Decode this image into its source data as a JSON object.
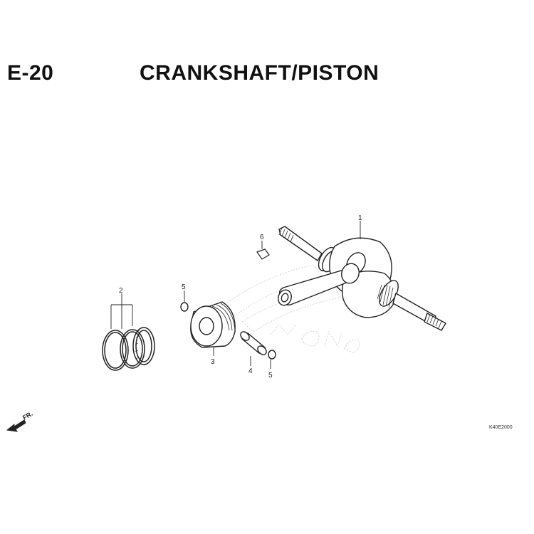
{
  "header": {
    "page_code": "E-20",
    "title": "CRANKSHAFT/PISTON"
  },
  "callouts": {
    "crankshaft": "1",
    "piston_rings": "2",
    "piston": "3",
    "piston_pin": "4",
    "clip_left": "5",
    "clip_right": "5",
    "woodruff_key": "6"
  },
  "direction_marker": {
    "label": "FR."
  },
  "diagram_code": "K40E2000",
  "colors": {
    "line": "#222222",
    "watermark": "#cfcfcf"
  }
}
